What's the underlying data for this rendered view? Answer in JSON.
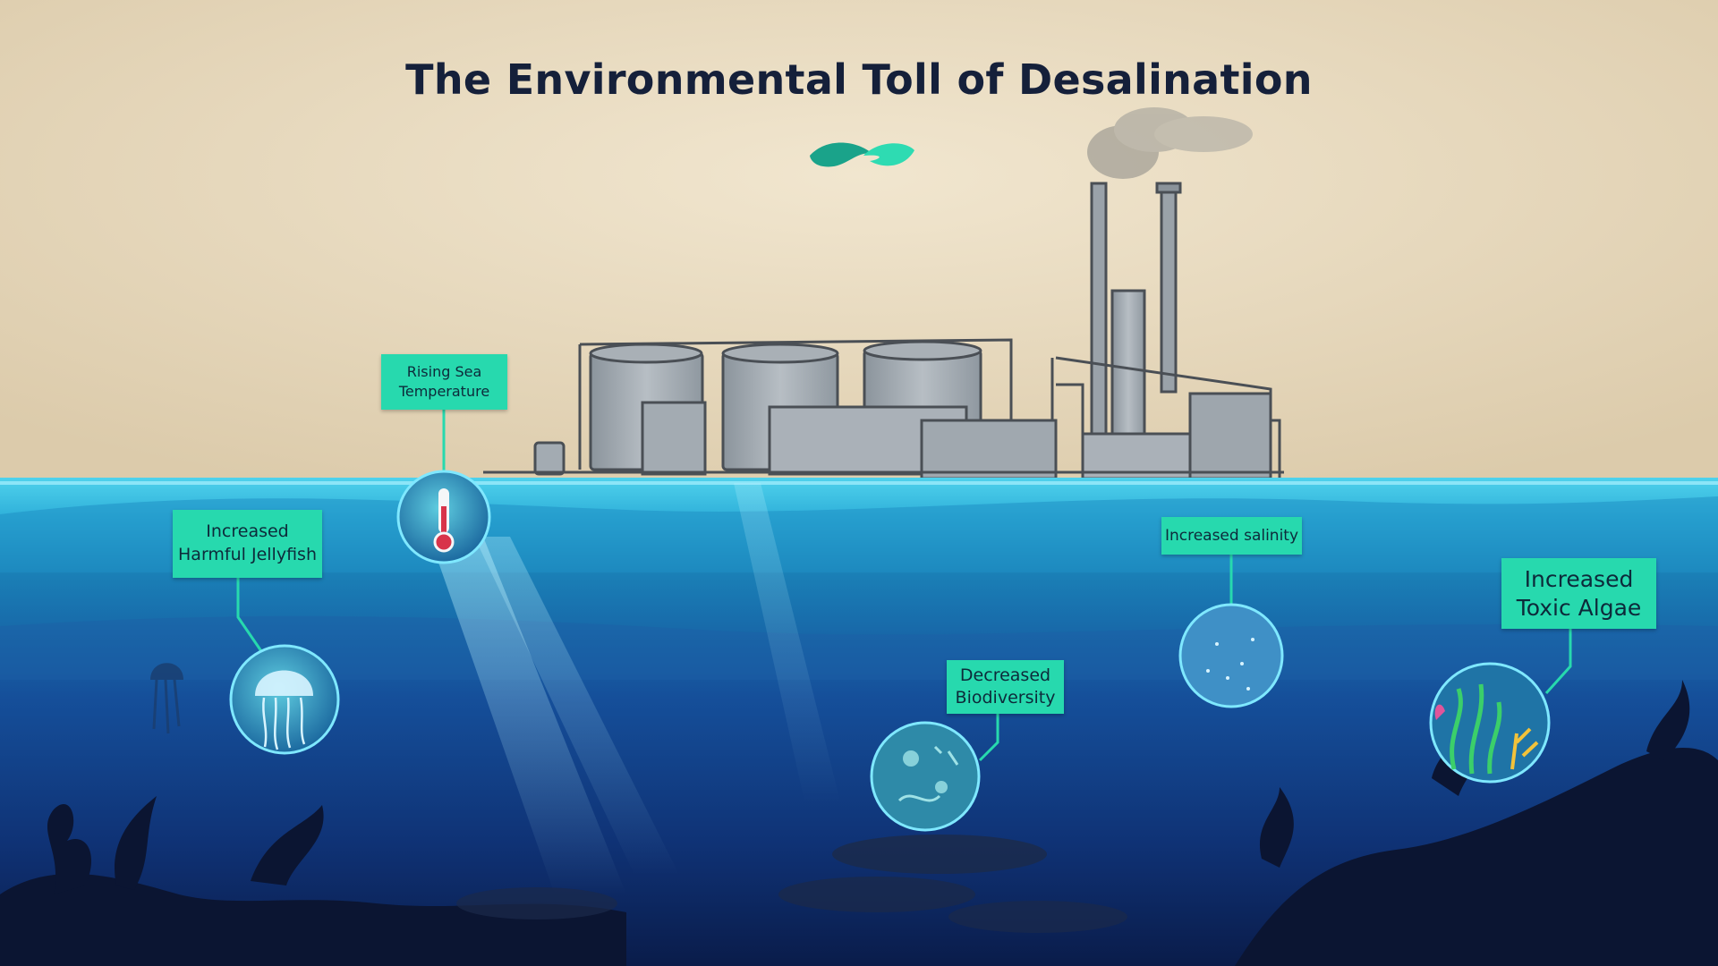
{
  "title": "The Environmental Toll of Desalination",
  "labels": {
    "temperature": "Rising Sea\nTemperature",
    "jellyfish": "Increased\nHarmful Jellyfish",
    "salinity": "Increased salinity",
    "biodiversity": "Decreased\nBiodiversity",
    "algae": "Increased\nToxic Algae"
  },
  "icons": {
    "temperature": "thermometer-icon",
    "jellyfish": "jellyfish-icon",
    "salinity": "salt-water-icon",
    "biodiversity": "plankton-icon",
    "algae": "seaweed-icon"
  },
  "colors": {
    "parchment": "#e9dcc2",
    "label_bg": "#27d9ae",
    "title_text": "#15203a",
    "ocean_surface": "#3fc1e0",
    "ocean_deep": "#0b2a66"
  }
}
